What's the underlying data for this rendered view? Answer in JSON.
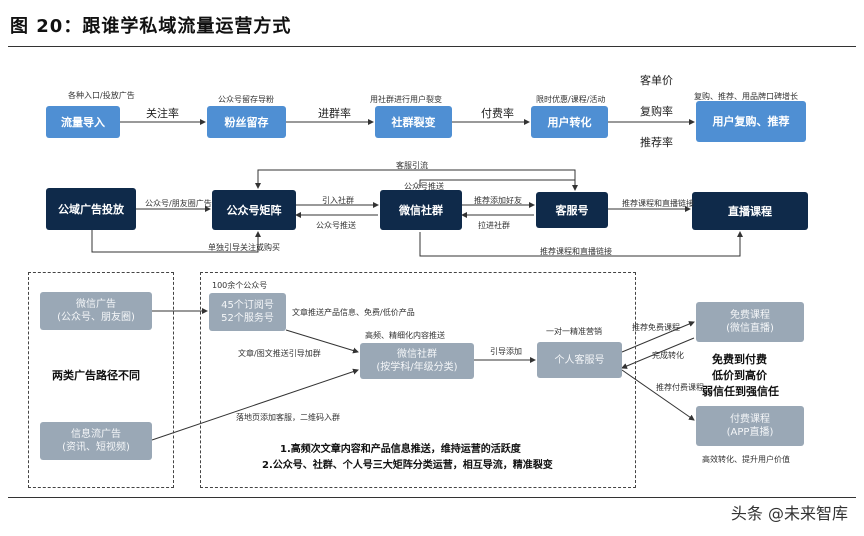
{
  "title": "图 20：跟谁学私域流量运营方式",
  "row1": {
    "boxes": [
      "流量导入",
      "粉丝留存",
      "社群裂变",
      "用户转化",
      "用户复购、推荐"
    ],
    "top_notes": [
      "各种入口/投放广告",
      "公众号留存导粉",
      "用社群进行用户裂变",
      "限时优惠/课程/活动",
      "复购、推荐、用品牌口碑增长"
    ],
    "arrows": [
      "关注率",
      "进群率",
      "付费率"
    ],
    "stack": [
      "客单价",
      "复购率",
      "推荐率"
    ]
  },
  "row2": {
    "boxes": [
      "公域广告投放",
      "公众号矩阵",
      "微信社群",
      "客服号",
      "直播课程"
    ],
    "labels": {
      "ad_to_gzh": "公众号/朋友圈广告",
      "gzh_to_sq": "引入社群",
      "sq_to_gzh": "公众号推送",
      "sq_to_kf": "推荐添加好友",
      "kf_to_sq": "拉进社群",
      "kf_to_live": "推荐课程和直播链接",
      "top_loop": "客服引流",
      "second_loop": "公众号推送",
      "bottom_ad": "单独引导关注或购买",
      "bottom_live": "推荐课程和直播链接"
    }
  },
  "lower": {
    "left": {
      "ad1": "微信广告\n(公众号、朋友圈)",
      "ad2": "信息流广告\n(资讯、短视频)",
      "side": "两类广告路径不同"
    },
    "gzh_box": "45个订阅号\n52个服务号",
    "gzh_header": "100余个公众号",
    "gzh_side": "文章推送产品信息、免费/低价产品",
    "sq_box": "微信社群\n(按学科/年级分类)",
    "sq_header": "高频、精细化内容推送",
    "kf_box": "个人客服号",
    "kf_header": "一对一精准营销",
    "free_box": "免费课程\n(微信直播)",
    "paid_box": "付费课程\n(APP直播)",
    "labels": {
      "gzh_to_sq": "文章/图文推送引导加群",
      "sq_to_kf": "引导添加",
      "ad2_to_sq": "落地页添加客服，二维码入群",
      "kf_to_free": "推荐免费课程",
      "free_to_kf": "完成转化",
      "kf_to_paid": "推荐付费课程",
      "bottom_right": "高效转化、提升用户价值"
    },
    "right_note": [
      "免费到付费",
      "低价到高价",
      "弱信任到强信任"
    ],
    "bottom_notes": [
      "1.高频次文章内容和产品信息推送，维持运营的活跃度",
      "2.公众号、社群、个人号三大矩阵分类运营，相互导流，精准裂变"
    ]
  },
  "watermark": "头条 @未来智库",
  "colors": {
    "light_blue": "#4f8fd3",
    "navy": "#0f2a4a",
    "gray": "#9aa8b6"
  }
}
